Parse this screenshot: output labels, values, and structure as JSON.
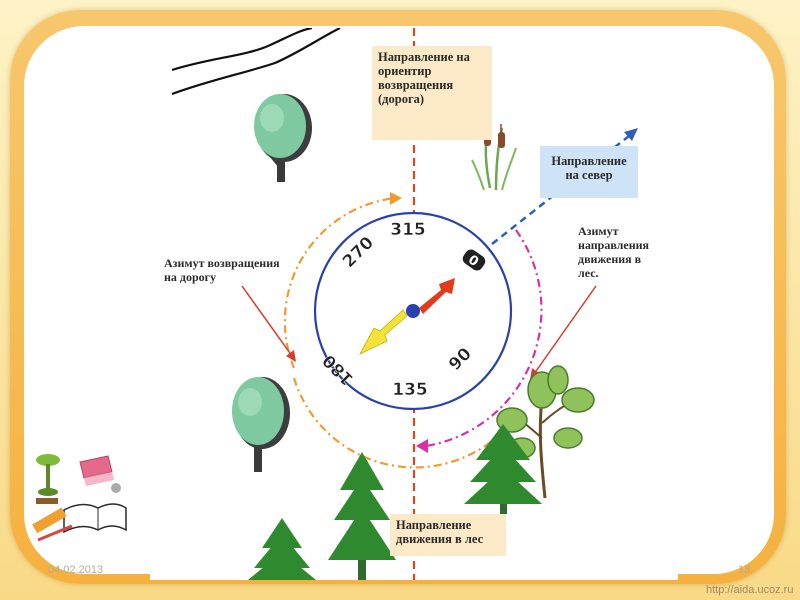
{
  "labels": {
    "return_direction": [
      "Направление на",
      "ориентир",
      "возвращения",
      "(дорога)"
    ],
    "north_direction": [
      "Направление",
      "на север"
    ],
    "azimuth_forest": [
      "Азимут",
      "направления",
      "движения в",
      "лес."
    ],
    "azimuth_return": [
      "Азимут возвращения",
      "на дорогу"
    ],
    "forest_direction": [
      "Направление",
      "движения в лес"
    ]
  },
  "compass": {
    "marks": [
      "315",
      "270",
      "0",
      "180",
      "90",
      "135"
    ]
  },
  "footer": {
    "date": "04.02.2013",
    "page": "13",
    "url": "http://aida.ucoz.ru"
  },
  "colors": {
    "frame": "#f5b13f",
    "route_line": "#d9481f",
    "north_arrow": "#2d5fb8",
    "azimuth_return_arc": "#f29a2e",
    "azimuth_forest_arc": "#d92fa6",
    "compass_ring": "#2a3fb0",
    "needle_north": "#e23b1b",
    "needle_south": "#f2e23a",
    "label_box_beige": "#fbe9c8",
    "label_box_blue": "#cfe3f7"
  },
  "icons": [
    "tree-icon",
    "fir-tree-icon",
    "oak-branch-icon",
    "reeds-icon",
    "road-icon",
    "desk-clipart-icon"
  ]
}
